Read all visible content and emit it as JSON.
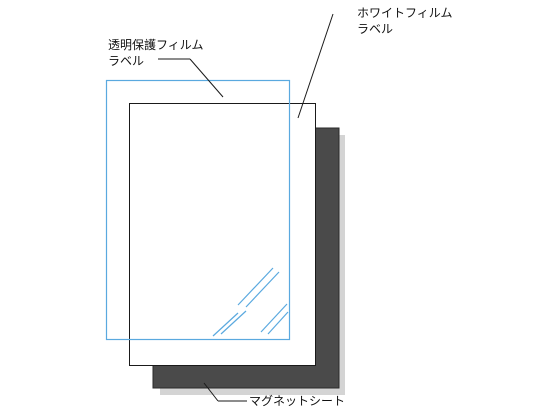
{
  "labels": {
    "clear_film_line1": "透明保護フィルム",
    "clear_film_line2": "ラベル",
    "white_film_line1": "ホワイトフィルム",
    "white_film_line2": "ラベル",
    "magnet_sheet": "マグネットシート"
  },
  "colors": {
    "background": "#ffffff",
    "clear_film_border": "#5aa9df",
    "white_film_fill": "#ffffff",
    "white_film_border": "#1a1a1a",
    "magnet_sheet_fill": "#4a4a4a",
    "magnet_sheet_border": "#2a2a2a",
    "shadow": "#d4d4d4",
    "glare_lines": "#5aa9df",
    "leader_lines": "#1a1a1a",
    "text": "#111111"
  }
}
